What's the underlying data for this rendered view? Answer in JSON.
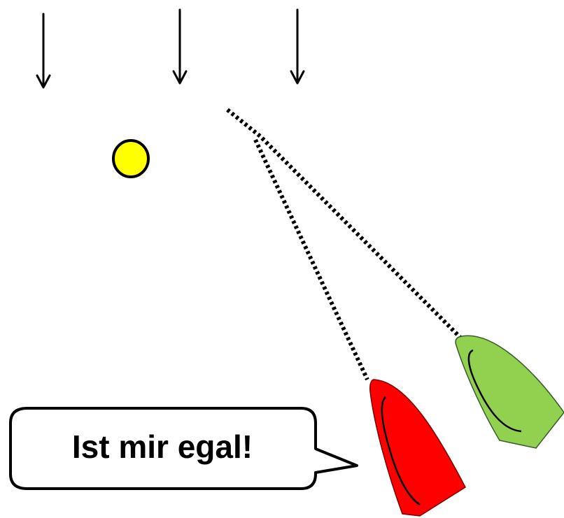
{
  "diagram": {
    "wind_arrow_count": 3,
    "mark": {
      "color": "#FFFF00",
      "outline": "#000000"
    },
    "boats": [
      {
        "name": "red-boat",
        "color": "#FF0000"
      },
      {
        "name": "green-boat",
        "color": "#92D050"
      }
    ],
    "speech_bubble": {
      "text": "Ist mir egal!"
    }
  }
}
